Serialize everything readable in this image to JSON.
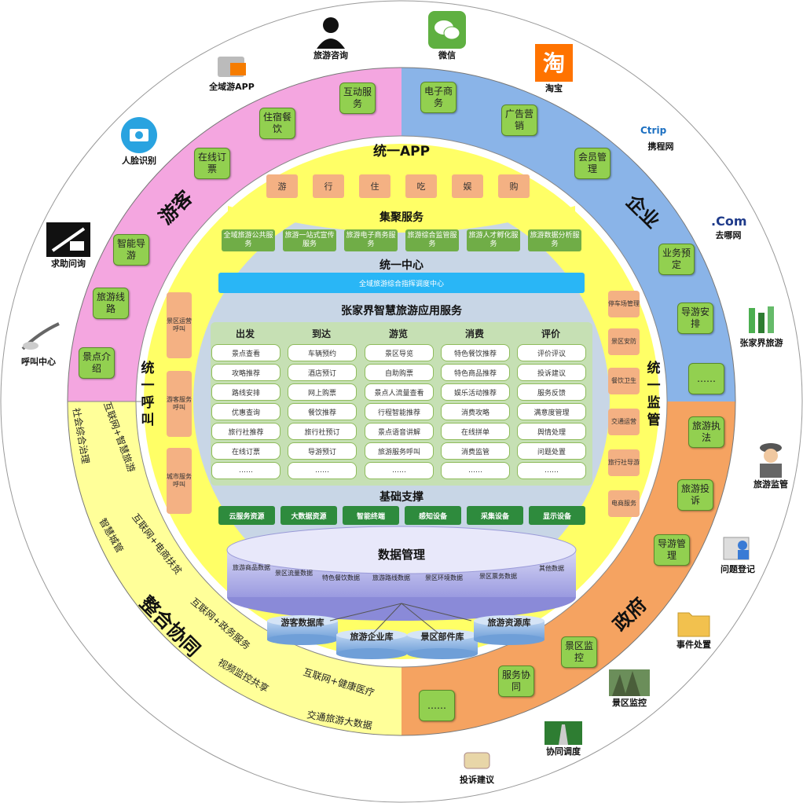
{
  "sectors": {
    "youke": {
      "label": "游客",
      "color": "#f4a6e0",
      "items": [
        "互动服务",
        "住宿餐饮",
        "在线订票",
        "智能导游",
        "旅游线路",
        "景点介绍"
      ]
    },
    "qiye": {
      "label": "企业",
      "color": "#8ab4e8",
      "items": [
        "电子商务",
        "广告营销",
        "会员管理",
        "业务预定",
        "导游安排",
        "……"
      ]
    },
    "zhengfu": {
      "label": "政府",
      "color": "#f5a361",
      "items": [
        "旅游执法",
        "旅游投诉",
        "导游管理",
        "景区监控",
        "服务协同",
        "……"
      ]
    },
    "zhenghe": {
      "label": "整合协同",
      "color": "#ffff99",
      "items": [
        "社会综合治理",
        "互联网+智慧旅游",
        "智慧城管",
        "互联网+电商扶贫",
        "互联网+政务服务",
        "视频监控共享",
        "互联网+健康医疗",
        "交通旅游大数据"
      ]
    }
  },
  "external": [
    {
      "name": "旅游咨询",
      "icon": "phone-person-icon"
    },
    {
      "name": "微信",
      "icon": "wechat-icon"
    },
    {
      "name": "淘宝",
      "icon": "taobao-icon"
    },
    {
      "name": "全域游APP",
      "icon": "app-icon"
    },
    {
      "name": "人脸识别",
      "icon": "camera-icon"
    },
    {
      "name": "携程网",
      "icon": "ctrip-icon"
    },
    {
      "name": "去哪网",
      "icon": "qunar-icon"
    },
    {
      "name": "求助问询",
      "icon": "help-icon"
    },
    {
      "name": "张家界旅游",
      "icon": "zjj-icon"
    },
    {
      "name": "呼叫中心",
      "icon": "headset-icon"
    },
    {
      "name": "旅游监管",
      "icon": "police-icon"
    },
    {
      "name": "问题登记",
      "icon": "register-icon"
    },
    {
      "name": "事件处置",
      "icon": "folder-icon"
    },
    {
      "name": "景区监控",
      "icon": "mountain-icon"
    },
    {
      "name": "协同调度",
      "icon": "road-icon"
    },
    {
      "name": "投诉建议",
      "icon": "complaint-icon"
    }
  ],
  "app": {
    "title": "统一APP",
    "items": [
      "游",
      "行",
      "住",
      "吃",
      "娱",
      "购"
    ]
  },
  "jiju": {
    "title": "集聚服务",
    "items": [
      "全域旅游公共服务",
      "旅游一站式宣传服务",
      "旅游电子商务服务",
      "旅游综合监管服务",
      "旅游人才孵化服务",
      "旅游数据分析服务"
    ]
  },
  "center": {
    "title": "统一中心",
    "bar": "全域旅游综合指挥调度中心"
  },
  "hujiao": {
    "title": "统一呼叫",
    "items": [
      "景区运营呼叫",
      "游客服务呼叫",
      "城市服务呼叫"
    ]
  },
  "jianguan": {
    "title": "统一监管",
    "items": [
      "停车场管理",
      "景区安防",
      "餐饮卫生",
      "交通运营",
      "旅行社导游",
      "电商服务"
    ]
  },
  "yingyong": {
    "title": "张家界智慧旅游应用服务",
    "columns": [
      {
        "head": "出发",
        "cells": [
          "景点查看",
          "攻略推荐",
          "路线安排",
          "优惠查询",
          "旅行社推荐",
          "在线订票",
          "……"
        ]
      },
      {
        "head": "到达",
        "cells": [
          "车辆预约",
          "酒店预订",
          "网上购票",
          "餐饮推荐",
          "旅行社预订",
          "导游预订",
          "……"
        ]
      },
      {
        "head": "游览",
        "cells": [
          "景区导览",
          "自助购票",
          "景点人流量查看",
          "行程智能推荐",
          "景点语音讲解",
          "旅游服务呼叫",
          "……"
        ]
      },
      {
        "head": "消费",
        "cells": [
          "特色餐饮推荐",
          "特色商品推荐",
          "娱乐活动推荐",
          "消费攻略",
          "在线拼单",
          "消费监管",
          "……"
        ]
      },
      {
        "head": "评价",
        "cells": [
          "评价评议",
          "投诉建议",
          "服务反馈",
          "满意度管理",
          "舆情处理",
          "问题处置",
          "……"
        ]
      }
    ]
  },
  "jichu": {
    "title": "基础支撑",
    "items": [
      "云服务资源",
      "大数据资源",
      "智能终端",
      "感知设备",
      "采集设备",
      "显示设备"
    ]
  },
  "shuju": {
    "title": "数据管理",
    "labels": [
      "旅游商品数据",
      "景区流量数据",
      "特色餐饮数据",
      "旅游路线数据",
      "景区环境数据",
      "景区票务数据",
      "其他数据"
    ],
    "dbs": [
      "游客数据库",
      "旅游企业库",
      "景区部件库",
      "旅游资源库"
    ]
  }
}
